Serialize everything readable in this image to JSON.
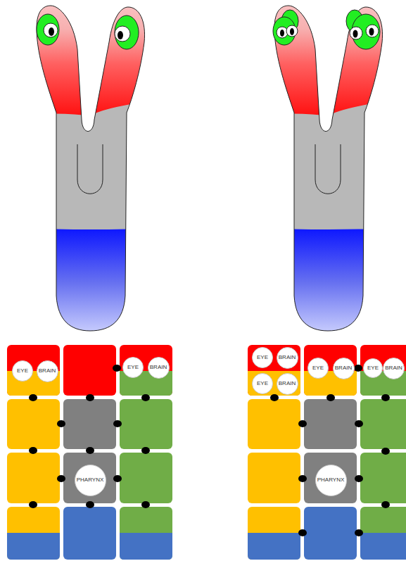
{
  "diagram": {
    "nodes": [
      {
        "text": [
          "EYE"
        ]
      },
      {
        "text": [
          "BRAIN"
        ]
      },
      {
        "text": [
          "EYE"
        ]
      },
      {
        "text": [
          "BRAIN"
        ]
      },
      {
        "text": [
          "PHARYNX"
        ]
      },
      {
        "text": [
          "EYE"
        ]
      },
      {
        "text": [
          "BRAIN"
        ]
      },
      {
        "text": [
          "EYE"
        ]
      },
      {
        "text": [
          "BRAIN"
        ]
      },
      {
        "text": [
          "EYE"
        ]
      },
      {
        "text": [
          "BRAIN"
        ]
      },
      {
        "text": [
          "EYE"
        ]
      },
      {
        "text": [
          "BRAIN"
        ]
      },
      {
        "text": [
          "PHARYNX"
        ]
      }
    ]
  }
}
